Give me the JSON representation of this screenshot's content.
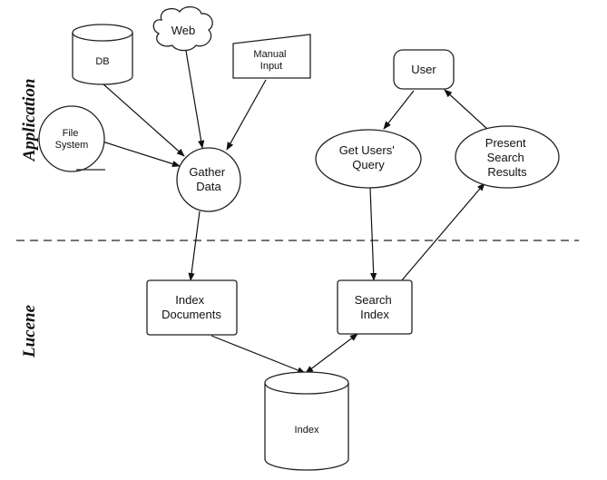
{
  "sections": {
    "application": "Application",
    "lucene": "Lucene"
  },
  "nodes": {
    "db": "DB",
    "web": "Web",
    "manual_input": [
      "Manual",
      "Input"
    ],
    "file_system": [
      "File",
      "System"
    ],
    "gather_data": [
      "Gather",
      "Data"
    ],
    "user": "User",
    "get_users_query": [
      "Get Users'",
      "Query"
    ],
    "present_search_results": [
      "Present",
      "Search",
      "Results"
    ],
    "index_documents": [
      "Index",
      "Documents"
    ],
    "search_index": [
      "Search",
      "Index"
    ],
    "index": "Index"
  }
}
